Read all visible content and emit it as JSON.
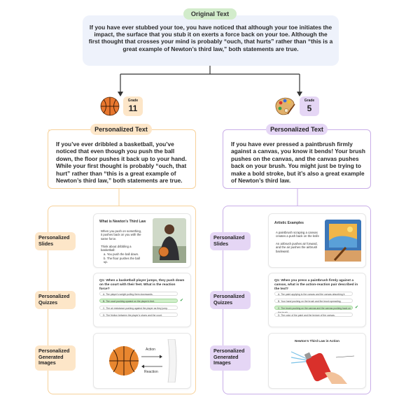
{
  "original": {
    "label": "Original Text",
    "text": "If you have ever stubbed your toe, you have noticed that although your toe initiates the impact, the surface that you stub it on exerts a force back on your toe. Although the first thought that crosses your mind is probably “ouch, that hurts” rather than “this is a great example of Newton’s third law,” both statements are true."
  },
  "left": {
    "grade_label": "Grade",
    "grade_value": "11",
    "personalized_label": "Personalized Text",
    "personalized_text": "If you’ve ever dribbled a basketball, you’ve noticed that even though you push the ball down, the floor pushes it back up to your hand. While your first thought is probably “ouch, that hurt” rather than “this is a great example of Newton’s third law,” both statements are true.",
    "slides_label": "Personalized Slides",
    "slide_title": "What is Newton’s Third Law",
    "slide_bullets": [
      "When you push on something, it pushes back on you with the same force.",
      "Think about dribbling a basketball:",
      "a. You push the ball down.",
      "b. The floor pushes the ball up."
    ],
    "quizzes_label": "Personalized Quizzes",
    "quiz_question": "Q1: When a basketball player jumps, they push down on the court with their feet. What is the reaction force?",
    "quiz_options": [
      "A. The player’s weight pulling them downwards.",
      "B. The court pushing upward on the player’s feet.",
      "C. The air resistance pushing against the player as they jump.",
      "D. The friction between the player’s shoes and the court."
    ],
    "images_label": "Personalized Generated Images",
    "image_action": "Action",
    "image_reaction": "Reaction"
  },
  "right": {
    "grade_label": "Grade",
    "grade_value": "5",
    "personalized_label": "Personalized Text",
    "personalized_text": "If you have ever pressed a paintbrush firmly against a canvas, you know it bends! Your brush pushes on the canvas, and the canvas pushes back on your brush. You might just be trying to make a bold stroke, but it’s also a great example of Newton’s third law.",
    "slides_label": "Personalized Slides",
    "slide_title": "Artistic Examples",
    "slide_bullets": [
      "A paintbrush scraping a canvas creates a push back on the knife",
      "An airbrush pushes air forward, and the air pushes the airbrush backward."
    ],
    "quizzes_label": "Personalized Quizzes",
    "quiz_question": "Q1: When you press a paintbrush firmly against a canvas, what is the action-reaction pair described in the text?",
    "quiz_options": [
      "A. The paint applying to the canvas and the canvas absorbing it.",
      "B. Your hand pushing on the brush and the brush spreading.",
      "C. The brush pushing on the canvas and the canvas pushing back on the brush.",
      "D. The color of the paint and the texture of the canvas."
    ],
    "images_label": "Personalized Generated Images",
    "image_title": "Newton’s Third Law in Action"
  },
  "colors": {
    "green_pill": "#d2eccb",
    "orig_bg": "#eef2fb",
    "left_accent": "#f7d19a",
    "left_fill": "#fde6c8",
    "right_accent": "#c9aee8",
    "right_fill": "#e5d6f5",
    "arrow": "#333333"
  }
}
